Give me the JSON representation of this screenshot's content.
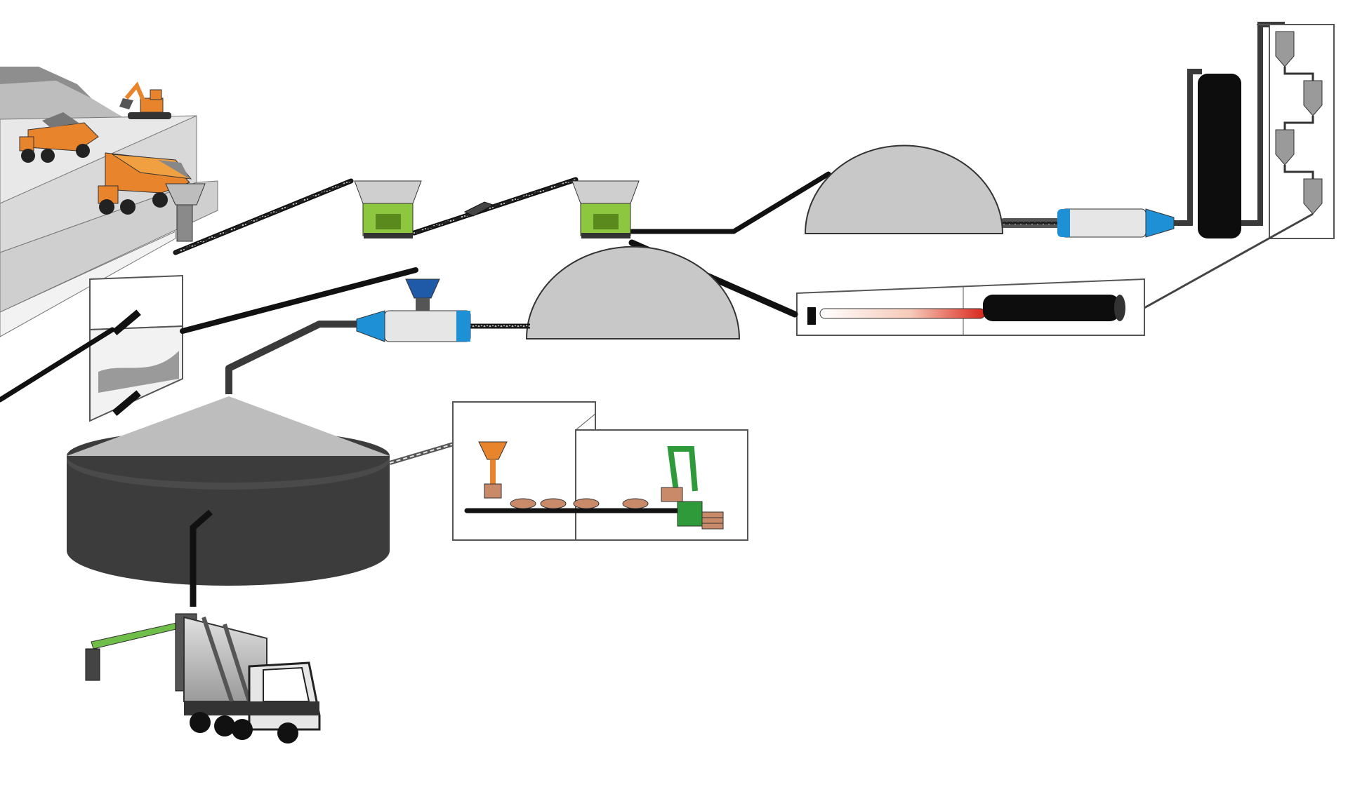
{
  "diagram": {
    "kind": "cement-production-process-illustration",
    "has_text_labels": false,
    "colors": {
      "background": "#ffffff",
      "conveyor": "#1a1a1a",
      "pipe": "#3a3a3a",
      "dome": "#c8c8c8",
      "crusher": "#8dc63f",
      "mill_blue": "#1e90d6",
      "mill_body": "#e6e6e6",
      "kiln_flame": "#e03a1e",
      "silo_dark": "#3c3c3c",
      "silo_roof": "#bdbdbd",
      "truck_orange": "#e8842c",
      "brick": "#c98a6a",
      "packer_green": "#2e9a3a",
      "mixer_drum": "#8a8a8a",
      "tower_stage": "#9a9a9a"
    },
    "stages": [
      {
        "id": "quarry",
        "icon": "quarry-terrace-icon"
      },
      {
        "id": "excavator",
        "icon": "excavator-icon"
      },
      {
        "id": "dump-truck-1",
        "icon": "dump-truck-icon"
      },
      {
        "id": "dump-truck-2",
        "icon": "dump-truck-icon"
      },
      {
        "id": "primary-crusher",
        "icon": "hopper-icon"
      },
      {
        "id": "crusher-1",
        "icon": "crusher-icon"
      },
      {
        "id": "crusher-2",
        "icon": "crusher-icon"
      },
      {
        "id": "raw-material-dome",
        "icon": "storage-dome-icon"
      },
      {
        "id": "raw-mill",
        "icon": "ball-mill-icon"
      },
      {
        "id": "stack",
        "icon": "chimney-icon"
      },
      {
        "id": "preheater-tower",
        "icon": "cyclone-tower-icon"
      },
      {
        "id": "rotary-kiln",
        "icon": "rotary-kiln-icon"
      },
      {
        "id": "clinker-dome",
        "icon": "storage-dome-icon"
      },
      {
        "id": "cement-mill",
        "icon": "ball-mill-icon"
      },
      {
        "id": "additive-building",
        "icon": "building-icon"
      },
      {
        "id": "cement-silo",
        "icon": "silo-icon"
      },
      {
        "id": "bagging-plant",
        "icon": "bagging-icon"
      },
      {
        "id": "mixer-truck",
        "icon": "concrete-mixer-truck-icon"
      }
    ]
  }
}
